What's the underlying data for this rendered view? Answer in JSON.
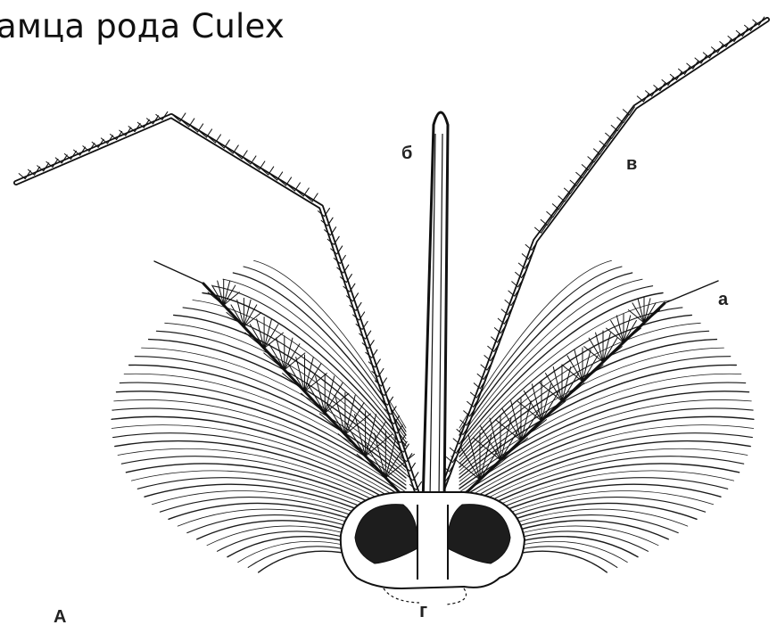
{
  "figure": {
    "title": "амца рода Culex",
    "labels": {
      "a": "а",
      "b": "б",
      "v": "в",
      "g": "г",
      "A": "А"
    }
  }
}
